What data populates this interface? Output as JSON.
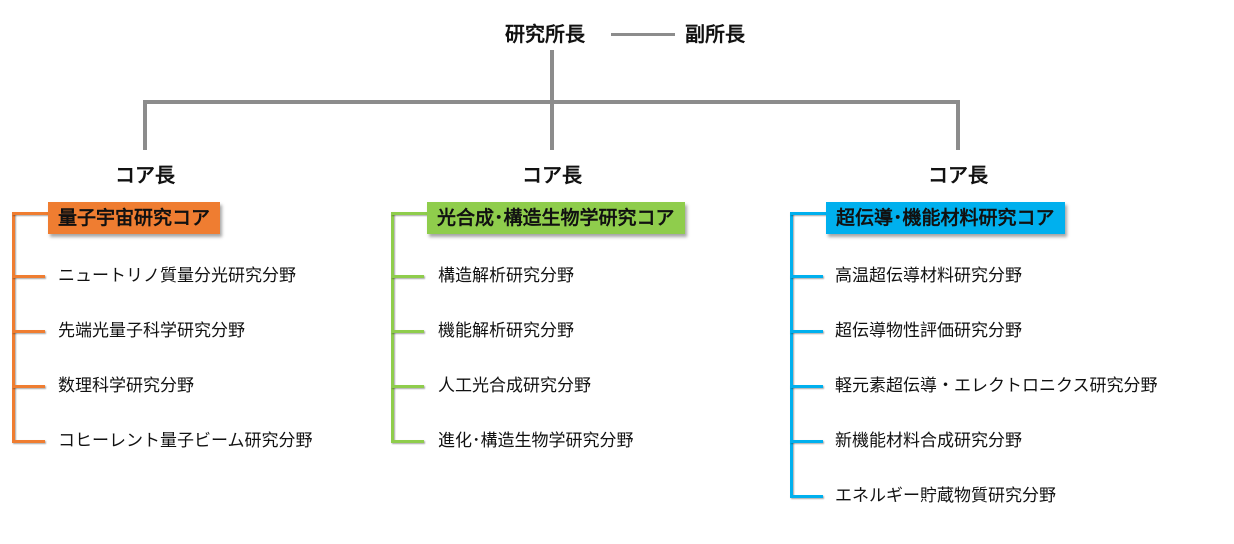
{
  "top": {
    "director": "研究所長",
    "deputy": "副所長"
  },
  "cores": [
    {
      "leader_label": "コア長",
      "name": "量子宇宙研究コア",
      "color": "#ef7d31",
      "fields": [
        "ニュートリノ質量分光研究分野",
        "先端光量子科学研究分野",
        "数理科学研究分野",
        "コヒーレント量子ビーム研究分野"
      ]
    },
    {
      "leader_label": "コア長",
      "name": "光合成･構造生物学研究コア",
      "color": "#8fcd4c",
      "fields": [
        "構造解析研究分野",
        "機能解析研究分野",
        "人工光合成研究分野",
        "進化･構造生物学研究分野"
      ]
    },
    {
      "leader_label": "コア長",
      "name": "超伝導･機能材料研究コア",
      "color": "#00b0ee",
      "fields": [
        "高温超伝導材料研究分野",
        "超伝導物性評価研究分野",
        "軽元素超伝導・エレクトロニクス研究分野",
        "新機能材料合成研究分野",
        "エネルギー貯蔵物質研究分野"
      ]
    }
  ]
}
